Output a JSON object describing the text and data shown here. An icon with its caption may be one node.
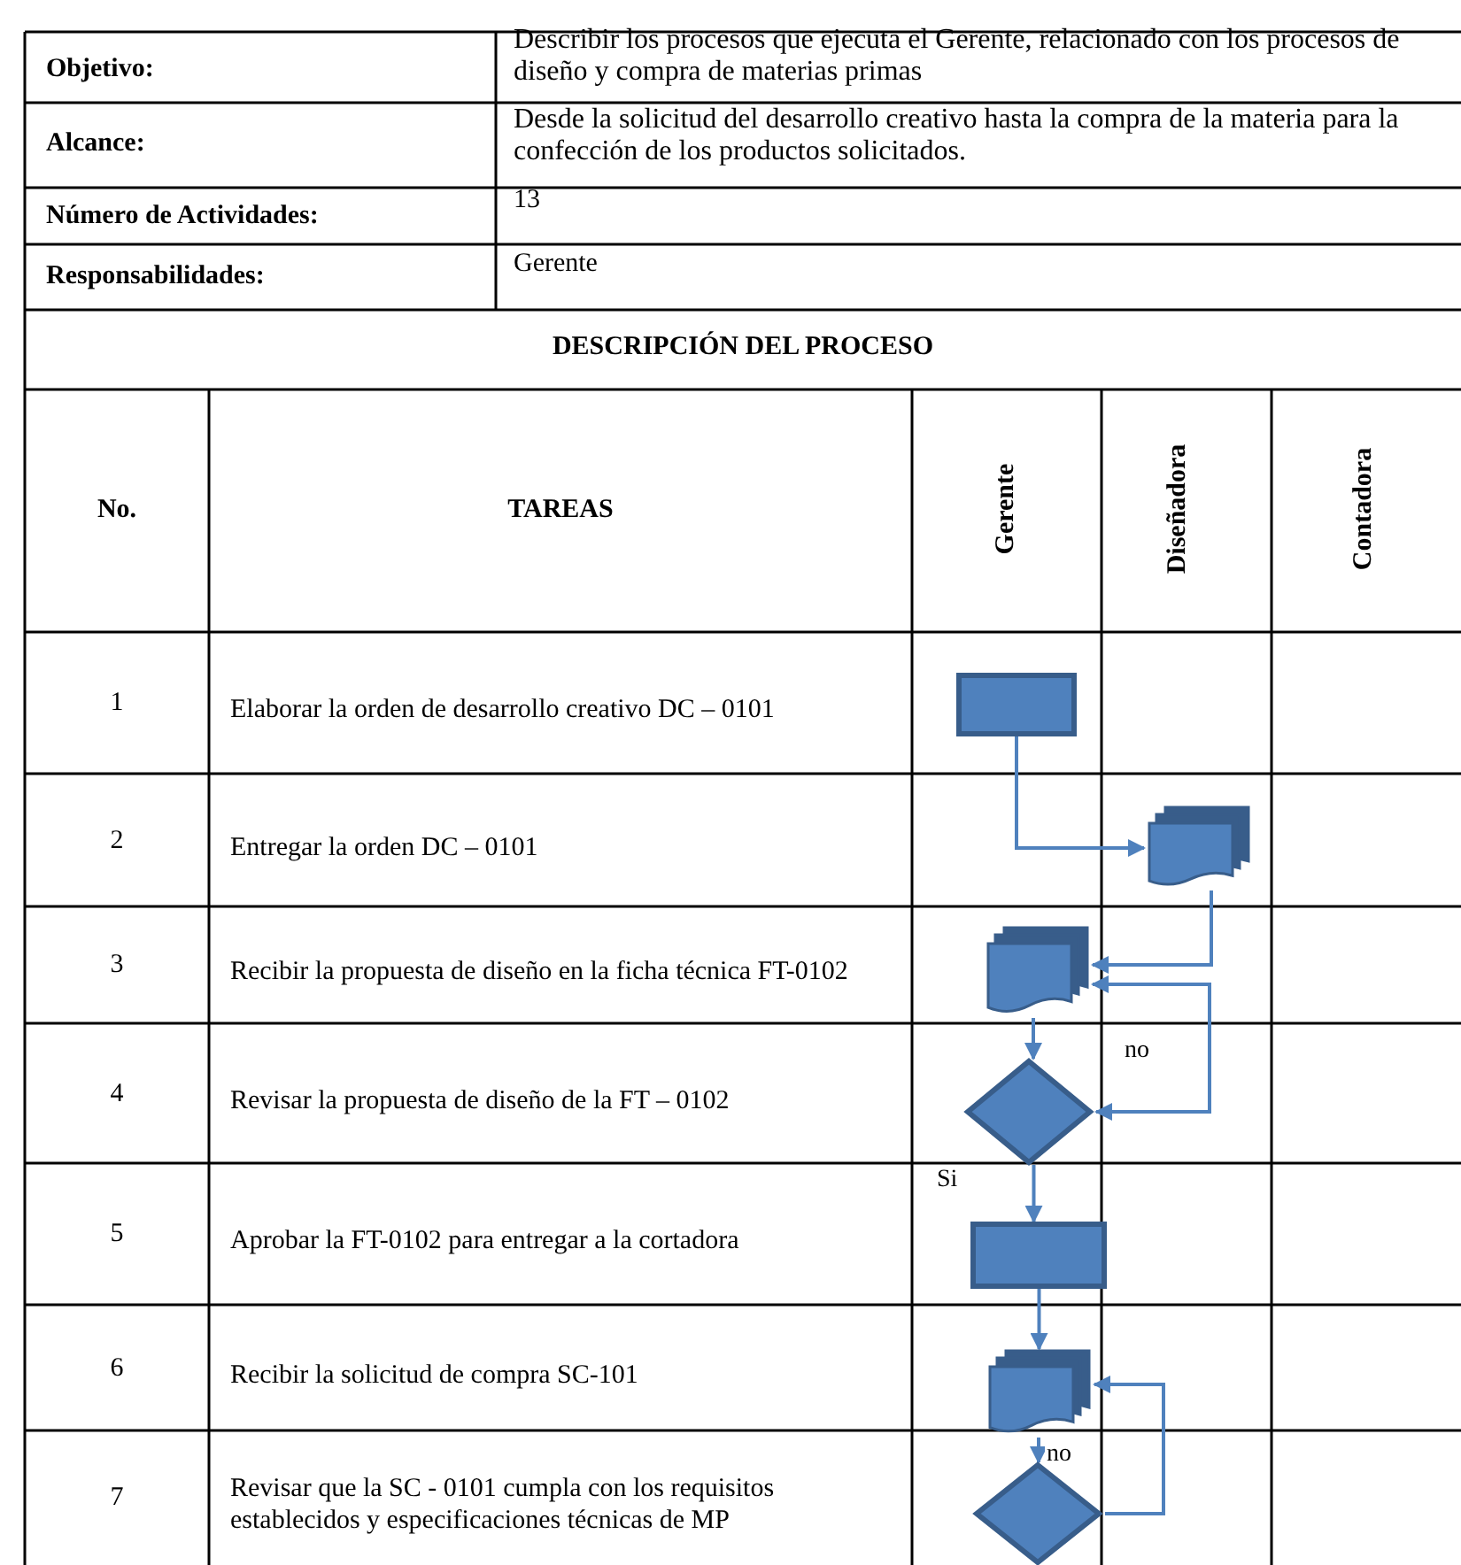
{
  "diagram": {
    "nodes": [
      {
        "text": [],
        "shape": "box"
      },
      {
        "text": [],
        "shape": "document"
      },
      {
        "text": [],
        "shape": "document"
      },
      {
        "text": [],
        "shape": "diamond"
      },
      {
        "text": [],
        "shape": "box"
      },
      {
        "text": [],
        "shape": "document"
      },
      {
        "text": [],
        "shape": "diamond"
      }
    ],
    "edges": [
      {
        "from": 0,
        "to": 1,
        "arrow": "to"
      },
      {
        "from": 1,
        "to": 2,
        "arrow": "to"
      },
      {
        "from": 2,
        "to": 3,
        "arrow": "to"
      },
      {
        "from": 3,
        "to": 2,
        "arrow": "both",
        "label": "no"
      },
      {
        "from": 3,
        "to": 4,
        "arrow": "to",
        "label": "Si"
      },
      {
        "from": 4,
        "to": 5,
        "arrow": "to"
      },
      {
        "from": 5,
        "to": 6,
        "arrow": "to",
        "label": "no"
      },
      {
        "from": 6,
        "to": 5,
        "arrow": "to"
      }
    ],
    "labels": [
      "Objetivo:",
      "Describir los procesos que ejecuta el Gerente, relacionado con los procesos de diseño y compra de materias primas",
      "Alcance:",
      "Desde la solicitud del desarrollo creativo hasta la compra de la materia para la confección de los productos solicitados.",
      "Número de Actividades:",
      "13",
      "Responsabilidades:",
      "Gerente",
      "DESCRIPCIÓN DEL PROCESO",
      "No.",
      "TAREAS",
      "Gerente",
      "Diseñadora",
      "Contadora",
      "1",
      "Elaborar la orden de desarrollo creativo DC – 0101",
      "2",
      "Entregar la orden DC – 0101",
      "3",
      "Recibir la propuesta de diseño en la ficha técnica FT-0102",
      "4",
      "Revisar la propuesta de diseño de la FT – 0102",
      "5",
      "Aprobar la FT-0102 para entregar a la cortadora",
      "6",
      "Recibir la solicitud de compra SC-101",
      "7",
      "Revisar que la SC - 0101 cumpla con los requisitos establecidos y especificaciones técnicas de MP"
    ]
  }
}
